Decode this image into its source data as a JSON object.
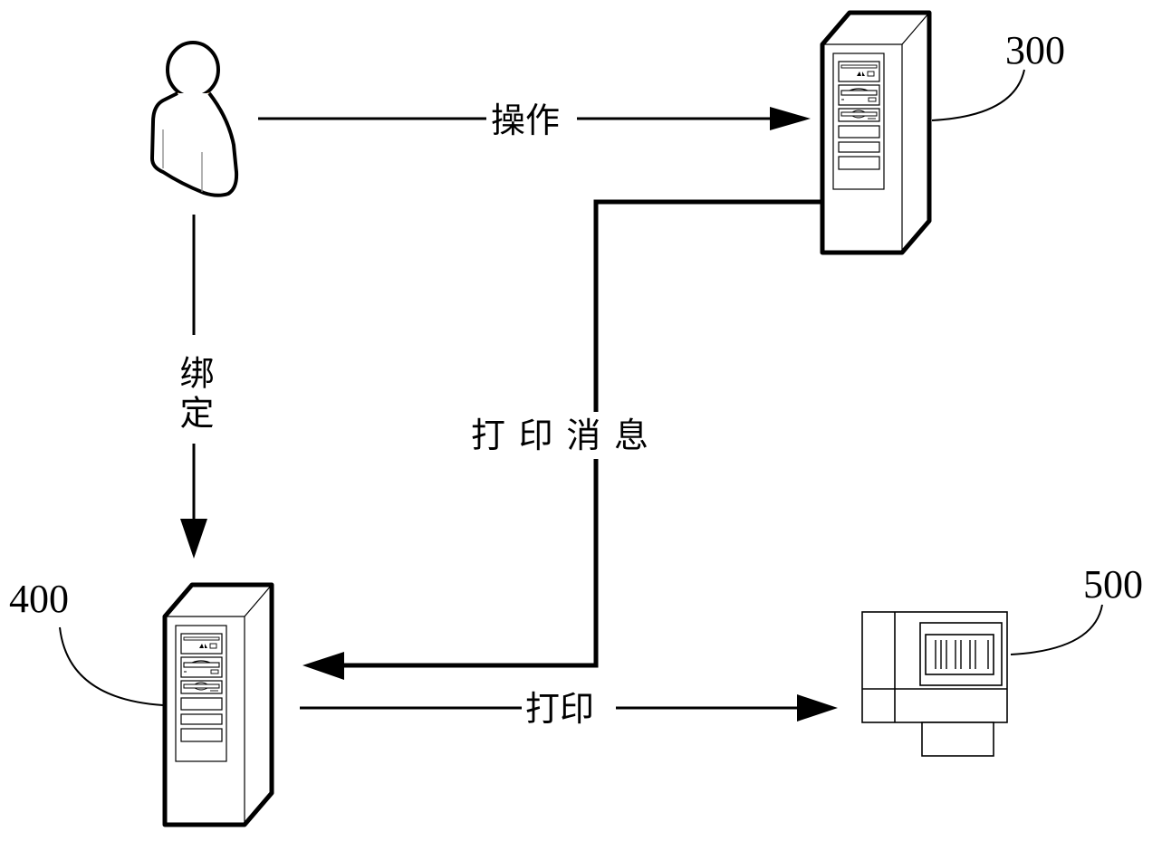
{
  "diagram": {
    "title": "",
    "nodes": {
      "user": {
        "label": "",
        "icon": "user-icon"
      },
      "server_300": {
        "ref": "300",
        "icon": "server-tower-icon"
      },
      "server_400": {
        "ref": "400",
        "icon": "server-tower-icon"
      },
      "printer_500": {
        "ref": "500",
        "icon": "printer-icon"
      }
    },
    "edges": {
      "operate": {
        "label": "操作",
        "from": "user",
        "to": "server_300"
      },
      "bind": {
        "label": "绑定",
        "from": "user",
        "to": "server_400"
      },
      "print_message": {
        "label": "打印消息",
        "from": "server_300",
        "to": "server_400"
      },
      "print": {
        "label": "打印",
        "from": "server_400",
        "to": "printer_500"
      }
    },
    "colors": {
      "stroke": "#000000",
      "background": "#ffffff",
      "neck_accent": "#b07a3a"
    }
  }
}
